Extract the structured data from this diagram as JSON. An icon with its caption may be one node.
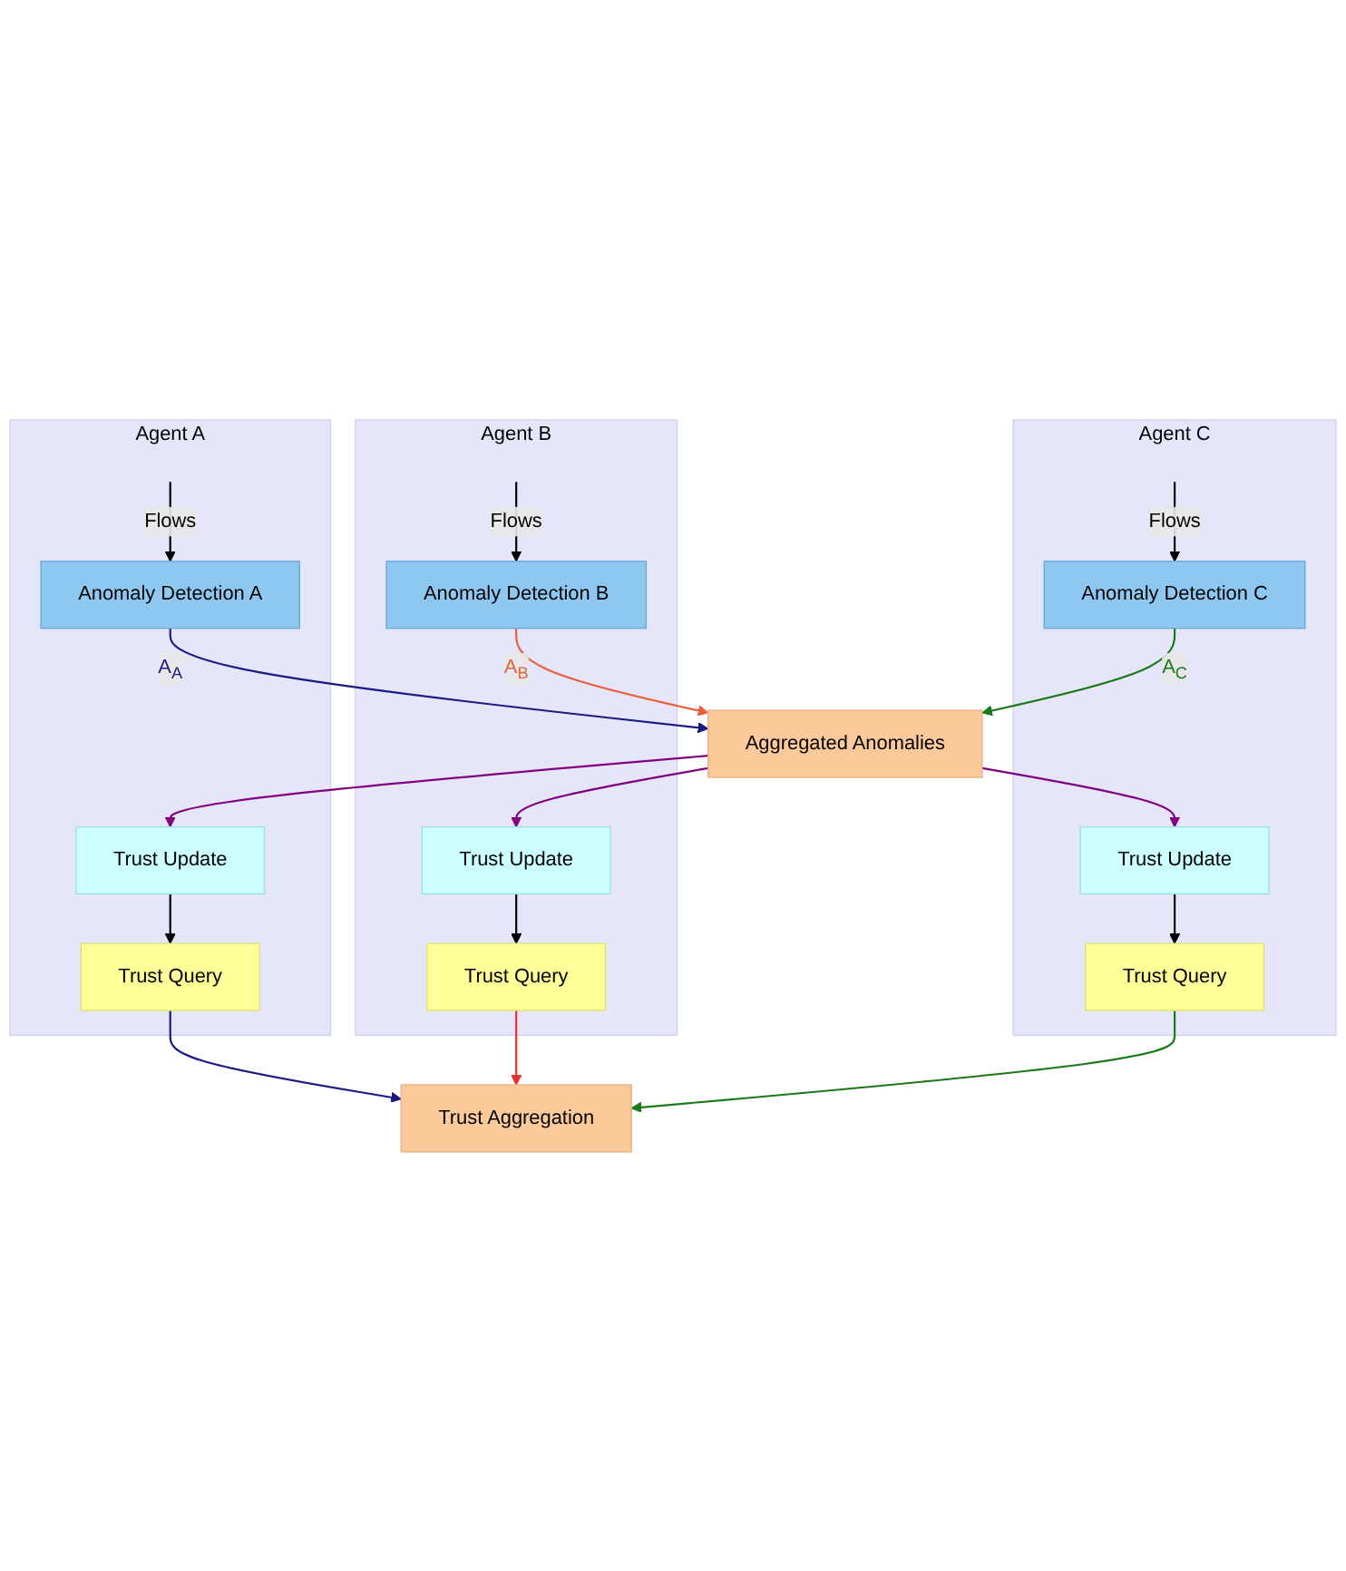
{
  "diagram": {
    "nodes": [
      {
        "text": [
          "Agent A"
        ]
      },
      {
        "text": [
          "Anomaly Detection A"
        ],
        "in": 0
      },
      {
        "text": [
          "Trust Update"
        ],
        "in": 0
      },
      {
        "text": [
          "Trust Query"
        ],
        "in": 0
      },
      {
        "text": [
          "Agent B"
        ]
      },
      {
        "text": [
          "Anomaly Detection B"
        ],
        "in": 4
      },
      {
        "text": [
          "Trust Update"
        ],
        "in": 4
      },
      {
        "text": [
          "Trust Query"
        ],
        "in": 4
      },
      {
        "text": [
          "Agent C"
        ]
      },
      {
        "text": [
          "Anomaly Detection C"
        ],
        "in": 8
      },
      {
        "text": [
          "Trust Update"
        ],
        "in": 8
      },
      {
        "text": [
          "Trust Query"
        ],
        "in": 8
      },
      {
        "text": [
          "Aggregated Anomalies"
        ]
      },
      {
        "text": [
          "Trust Aggregation"
        ]
      }
    ],
    "edges": [
      {
        "from": null,
        "to": 1,
        "arrow": "to",
        "label": "Flows"
      },
      {
        "from": null,
        "to": 5,
        "arrow": "to",
        "label": "Flows"
      },
      {
        "from": null,
        "to": 9,
        "arrow": "to",
        "label": "Flows"
      },
      {
        "from": 1,
        "to": 12,
        "arrow": "to",
        "label": "A$_{A}$",
        "color": "#1a1a80"
      },
      {
        "from": 5,
        "to": 12,
        "arrow": "to",
        "label": "A$_{B}$",
        "color": "#e8603c"
      },
      {
        "from": 9,
        "to": 12,
        "arrow": "to",
        "label": "A$_{C}$",
        "color": "#1a7a1a"
      },
      {
        "from": 12,
        "to": 2,
        "arrow": "to",
        "color": "#800080"
      },
      {
        "from": 12,
        "to": 6,
        "arrow": "to",
        "color": "#800080"
      },
      {
        "from": 12,
        "to": 10,
        "arrow": "to",
        "color": "#800080"
      },
      {
        "from": 2,
        "to": 3,
        "arrow": "to"
      },
      {
        "from": 6,
        "to": 7,
        "arrow": "to"
      },
      {
        "from": 10,
        "to": 11,
        "arrow": "to"
      },
      {
        "from": 3,
        "to": 13,
        "arrow": "to",
        "color": "#1a1a80"
      },
      {
        "from": 7,
        "to": 13,
        "arrow": "to",
        "color": "#e83030"
      },
      {
        "from": 11,
        "to": 13,
        "arrow": "to",
        "color": "#1a7a1a"
      }
    ]
  }
}
